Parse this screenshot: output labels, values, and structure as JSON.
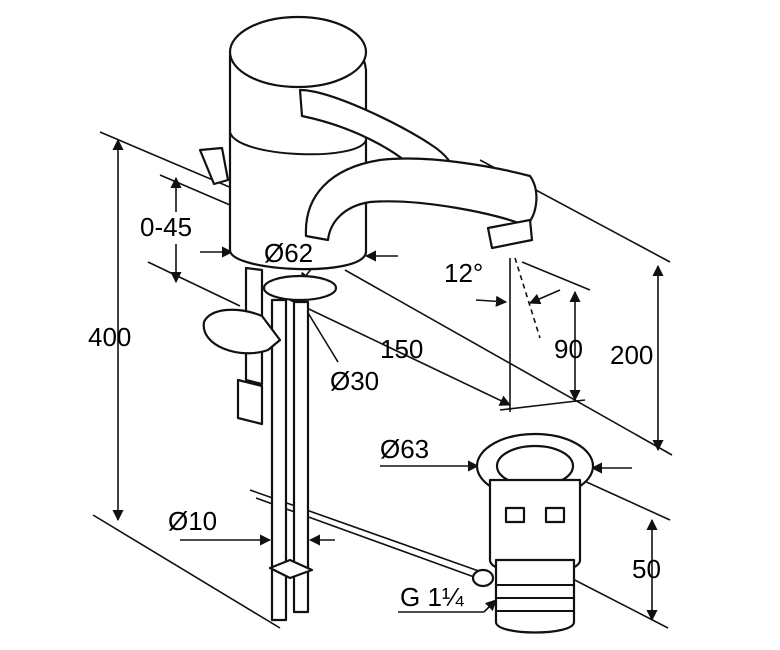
{
  "diagram": {
    "labels": {
      "height_total": "400",
      "deck_range": "0-45",
      "body_diameter": "Ø62",
      "hole_diameter": "Ø30",
      "reach": "150",
      "spout_angle": "12°",
      "spout_height": "90",
      "overall_height": "200",
      "waste_diameter": "Ø63",
      "rod_diameter": "Ø10",
      "waste_height": "50",
      "thread": "G 1¼"
    }
  }
}
